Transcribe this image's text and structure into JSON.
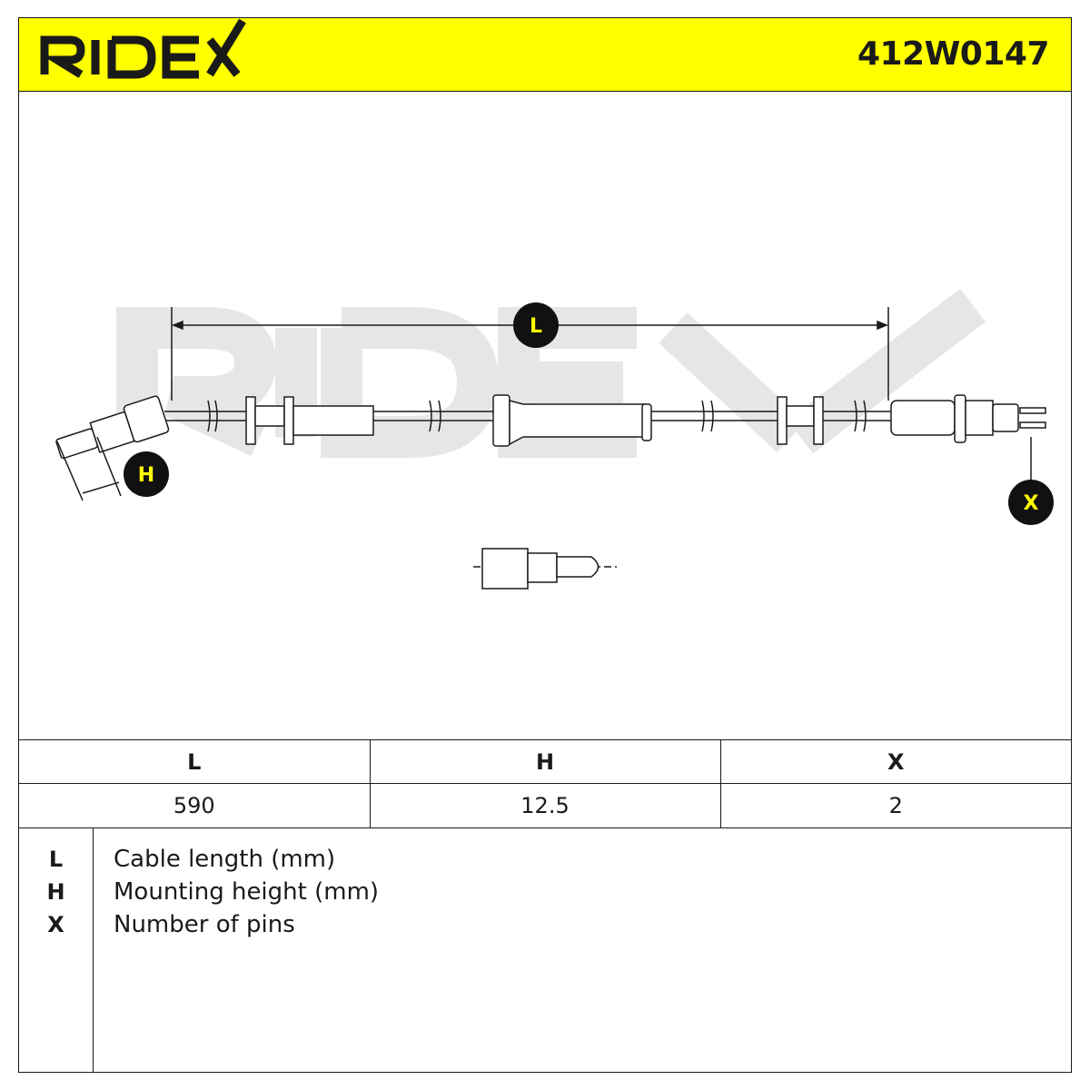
{
  "brand": {
    "name": "RIDEX",
    "header_color": "#ffff00"
  },
  "part_number": "412W0147",
  "diagram": {
    "labels": {
      "L": "L",
      "H": "H",
      "X": "X"
    },
    "marker_fill": "#111111",
    "marker_text_color": "#ffff00",
    "watermark_color": "#e6e6e6"
  },
  "table": {
    "headers": [
      "L",
      "H",
      "X"
    ],
    "values": [
      "590",
      "12.5",
      "2"
    ]
  },
  "legend": [
    {
      "key": "L",
      "description": "Cable length (mm)"
    },
    {
      "key": "H",
      "description": "Mounting height (mm)"
    },
    {
      "key": "X",
      "description": "Number of pins"
    }
  ]
}
